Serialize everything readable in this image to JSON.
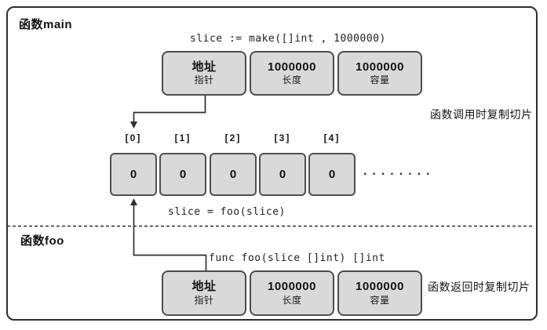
{
  "labels": {
    "main_scope": "函数main",
    "foo_scope": "函数foo"
  },
  "code": {
    "make_stmt": "slice := make([]int , 1000000)",
    "call_stmt": "slice = foo(slice)",
    "func_signature": "func foo(slice []int) []int"
  },
  "slice_header_main": {
    "fields": [
      {
        "value": "地址",
        "label": "指针"
      },
      {
        "value": "1000000",
        "label": "长度"
      },
      {
        "value": "1000000",
        "label": "容量"
      }
    ]
  },
  "slice_header_foo": {
    "fields": [
      {
        "value": "地址",
        "label": "指针"
      },
      {
        "value": "1000000",
        "label": "长度"
      },
      {
        "value": "1000000",
        "label": "容量"
      }
    ]
  },
  "array": {
    "indices": [
      "[0]",
      "[1]",
      "[2]",
      "[3]",
      "[4]"
    ],
    "values": [
      "0",
      "0",
      "0",
      "0",
      "0"
    ],
    "ellipsis": "........"
  },
  "notes": {
    "call_copy": "函数调用时复制切片",
    "return_copy": "函数返回时复制切片"
  },
  "colors": {
    "box_fill": "#d9d9d9",
    "box_border": "#4d4d4d",
    "frame_border": "#2e2e2e",
    "line": "#2f2f2f",
    "text": "#161616",
    "background": "#ffffff"
  }
}
